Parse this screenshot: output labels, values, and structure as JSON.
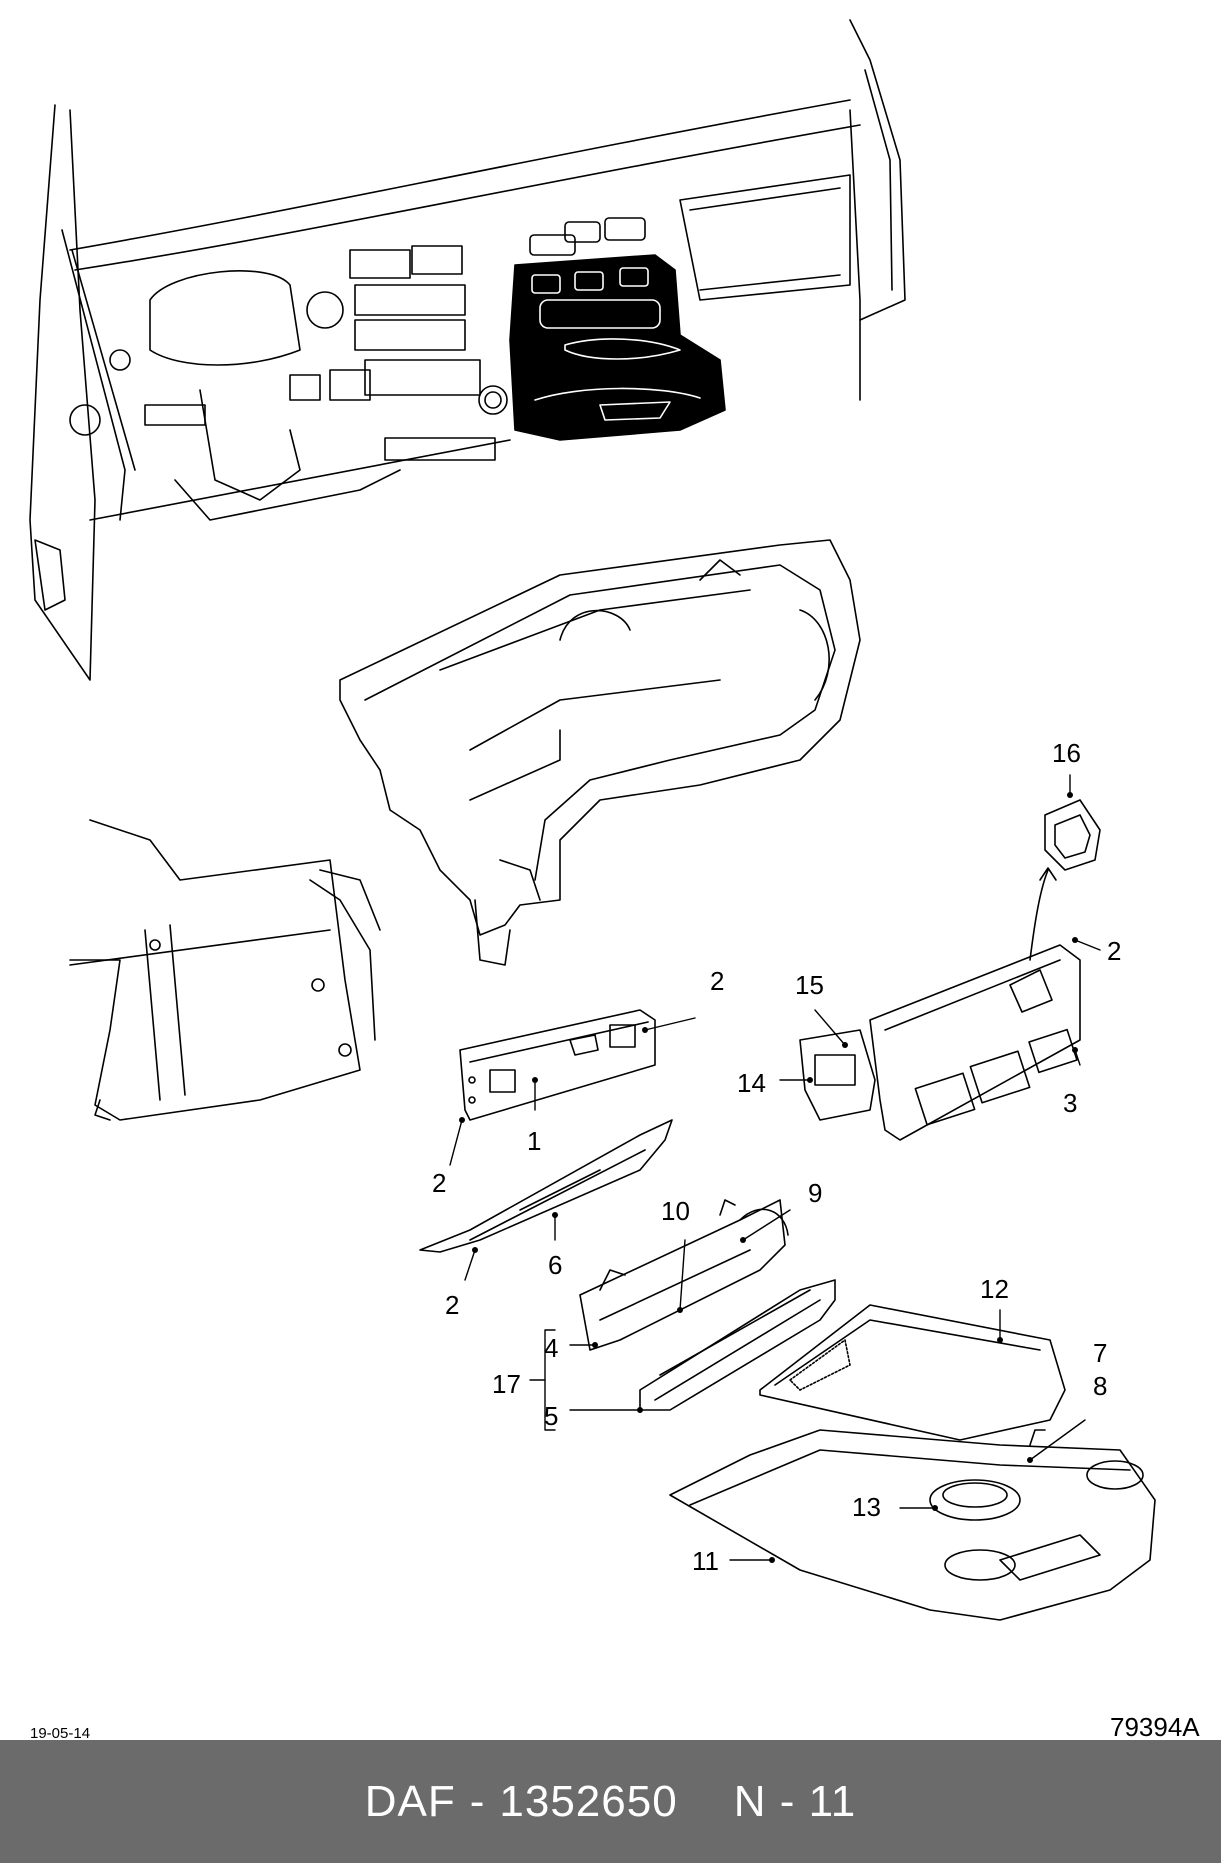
{
  "diagram": {
    "callouts": [
      {
        "id": "c16",
        "text": "16"
      },
      {
        "id": "c2a",
        "text": "2"
      },
      {
        "id": "c2b",
        "text": "2"
      },
      {
        "id": "c15",
        "text": "15"
      },
      {
        "id": "c14",
        "text": "14"
      },
      {
        "id": "c3",
        "text": "3"
      },
      {
        "id": "c2c",
        "text": "2"
      },
      {
        "id": "c1",
        "text": "1"
      },
      {
        "id": "c9",
        "text": "9"
      },
      {
        "id": "c10",
        "text": "10"
      },
      {
        "id": "c6",
        "text": "6"
      },
      {
        "id": "c2d",
        "text": "2"
      },
      {
        "id": "c12",
        "text": "12"
      },
      {
        "id": "c4",
        "text": "4"
      },
      {
        "id": "c7",
        "text": "7"
      },
      {
        "id": "c8",
        "text": "8"
      },
      {
        "id": "c17",
        "text": "17"
      },
      {
        "id": "c5",
        "text": "5"
      },
      {
        "id": "c13",
        "text": "13"
      },
      {
        "id": "c11",
        "text": "11"
      }
    ],
    "date": "19-05-14",
    "drawing_number": "79394A"
  },
  "footer": {
    "brand": "DAF",
    "separator": "-",
    "part_number": "1352650",
    "page_code": "N - 11"
  }
}
